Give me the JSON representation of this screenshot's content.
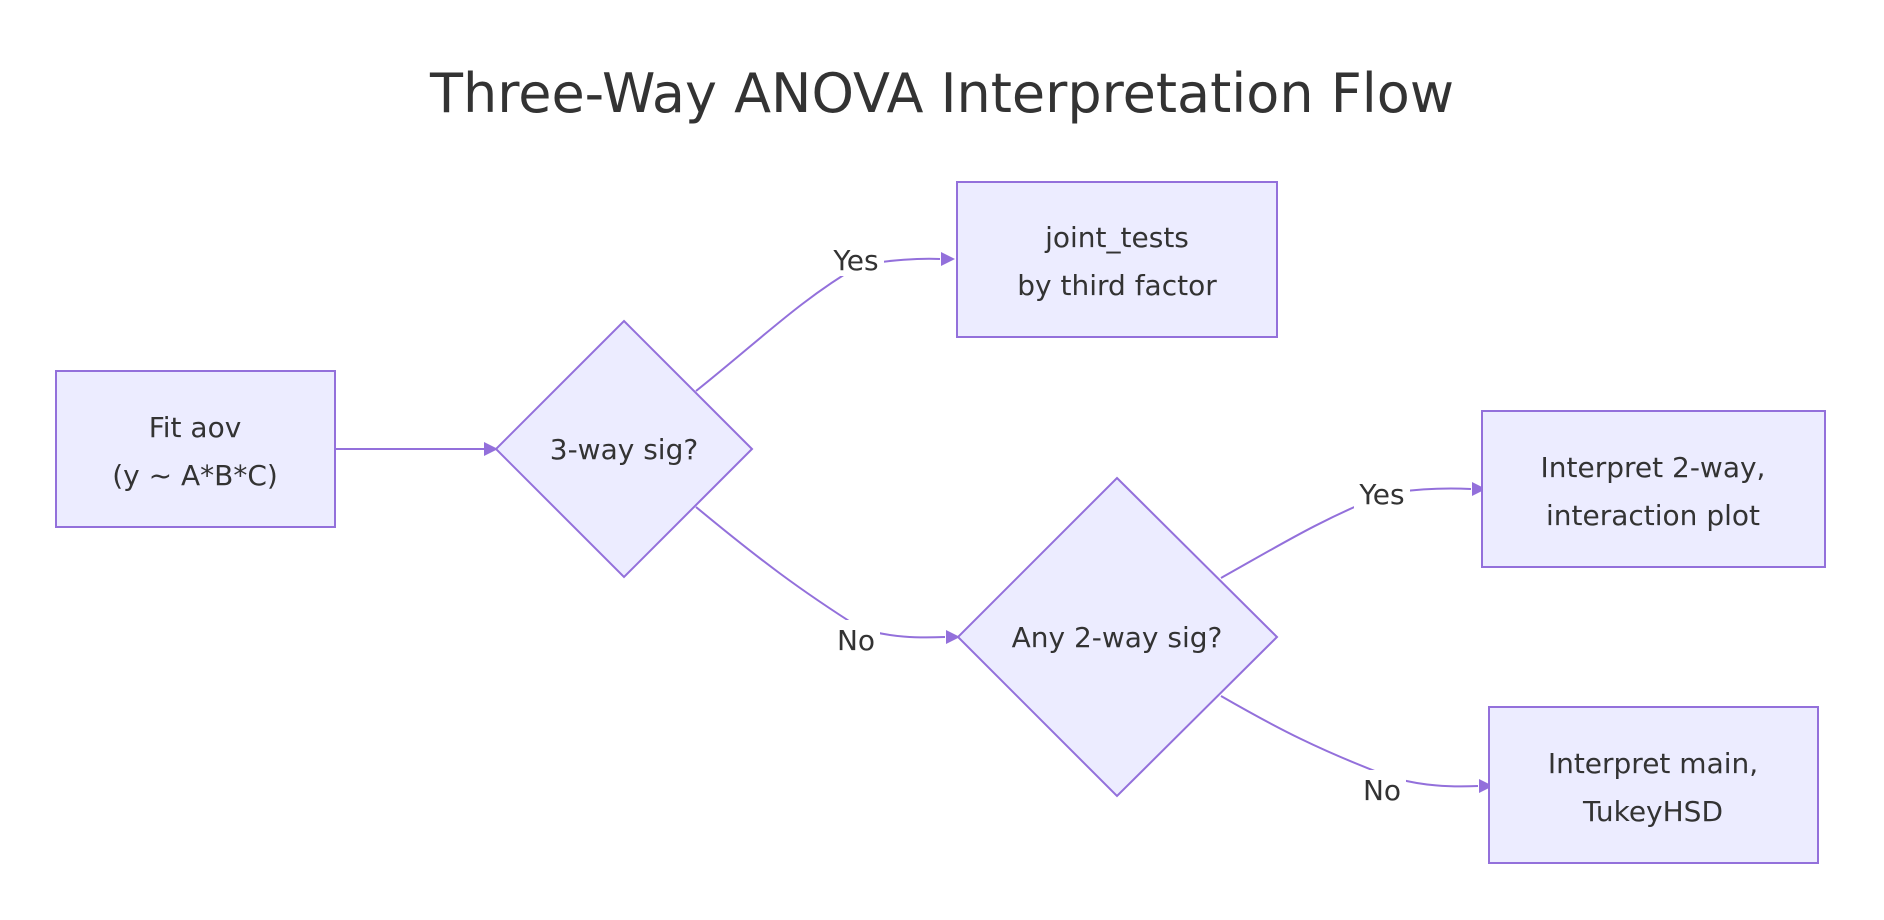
{
  "title": "Three-Way ANOVA Interpretation Flow",
  "colors": {
    "node_fill": "#ECECFF",
    "node_stroke": "#9370DB",
    "edge": "#9370DB",
    "text": "#333333"
  },
  "nodes": {
    "fit": {
      "line1": "Fit aov",
      "line2": "(y ~ A*B*C)"
    },
    "three_way": {
      "label": "3-way sig?"
    },
    "joint": {
      "line1": "joint_tests",
      "line2": "by third factor"
    },
    "two_way": {
      "label": "Any 2-way sig?"
    },
    "interp2": {
      "line1": "Interpret 2-way,",
      "line2": "interaction plot"
    },
    "interp_main": {
      "line1": "Interpret main,",
      "line2": "TukeyHSD"
    }
  },
  "edges": {
    "three_yes": "Yes",
    "three_no": "No",
    "two_yes": "Yes",
    "two_no": "No"
  }
}
